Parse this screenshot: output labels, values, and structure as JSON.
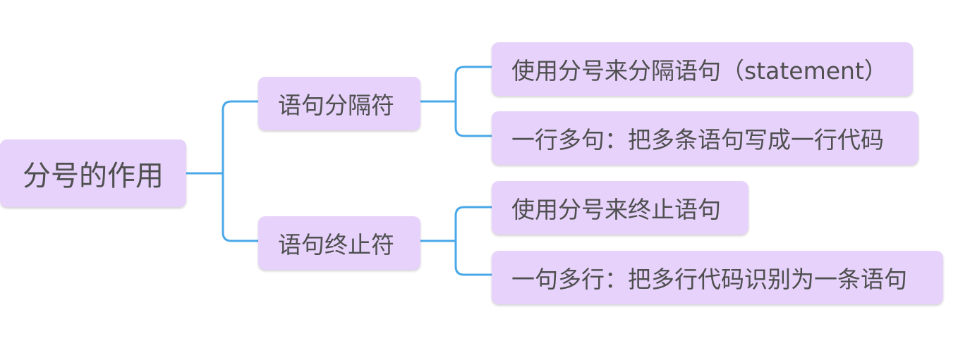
{
  "colors": {
    "node_fill": "#e6d2fb",
    "connector": "#4aa8e8",
    "text": "#4f4f4f"
  },
  "root": {
    "label": "分号的作用"
  },
  "branches": [
    {
      "label": "语句分隔符",
      "children": [
        {
          "label": "使用分号来分隔语句（statement）"
        },
        {
          "label": "一行多句：把多条语句写成一行代码"
        }
      ]
    },
    {
      "label": "语句终止符",
      "children": [
        {
          "label": "使用分号来终止语句"
        },
        {
          "label": "一句多行：把多行代码识别为一条语句"
        }
      ]
    }
  ]
}
